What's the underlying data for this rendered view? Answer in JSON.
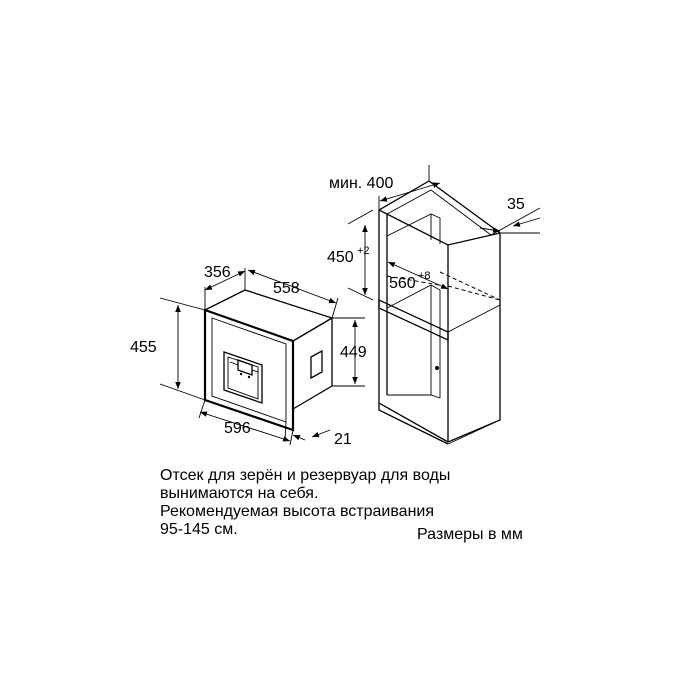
{
  "dimensions": {
    "min_depth": "мин. 400",
    "niche_height": "450",
    "niche_height_tol": "+2",
    "niche_width": "560",
    "niche_width_tol": "+8",
    "front_offset": "35",
    "depth": "356",
    "width_top": "558",
    "height": "455",
    "inner_height": "449",
    "width": "596",
    "panel": "21"
  },
  "notes": {
    "line1": "Отсек для зерён и резервуар для воды",
    "line2": "вынимаются на себя.",
    "line3": "Рекомендуемая высота встраивания",
    "line4": "95-145 см.",
    "units": "Размеры в мм"
  }
}
